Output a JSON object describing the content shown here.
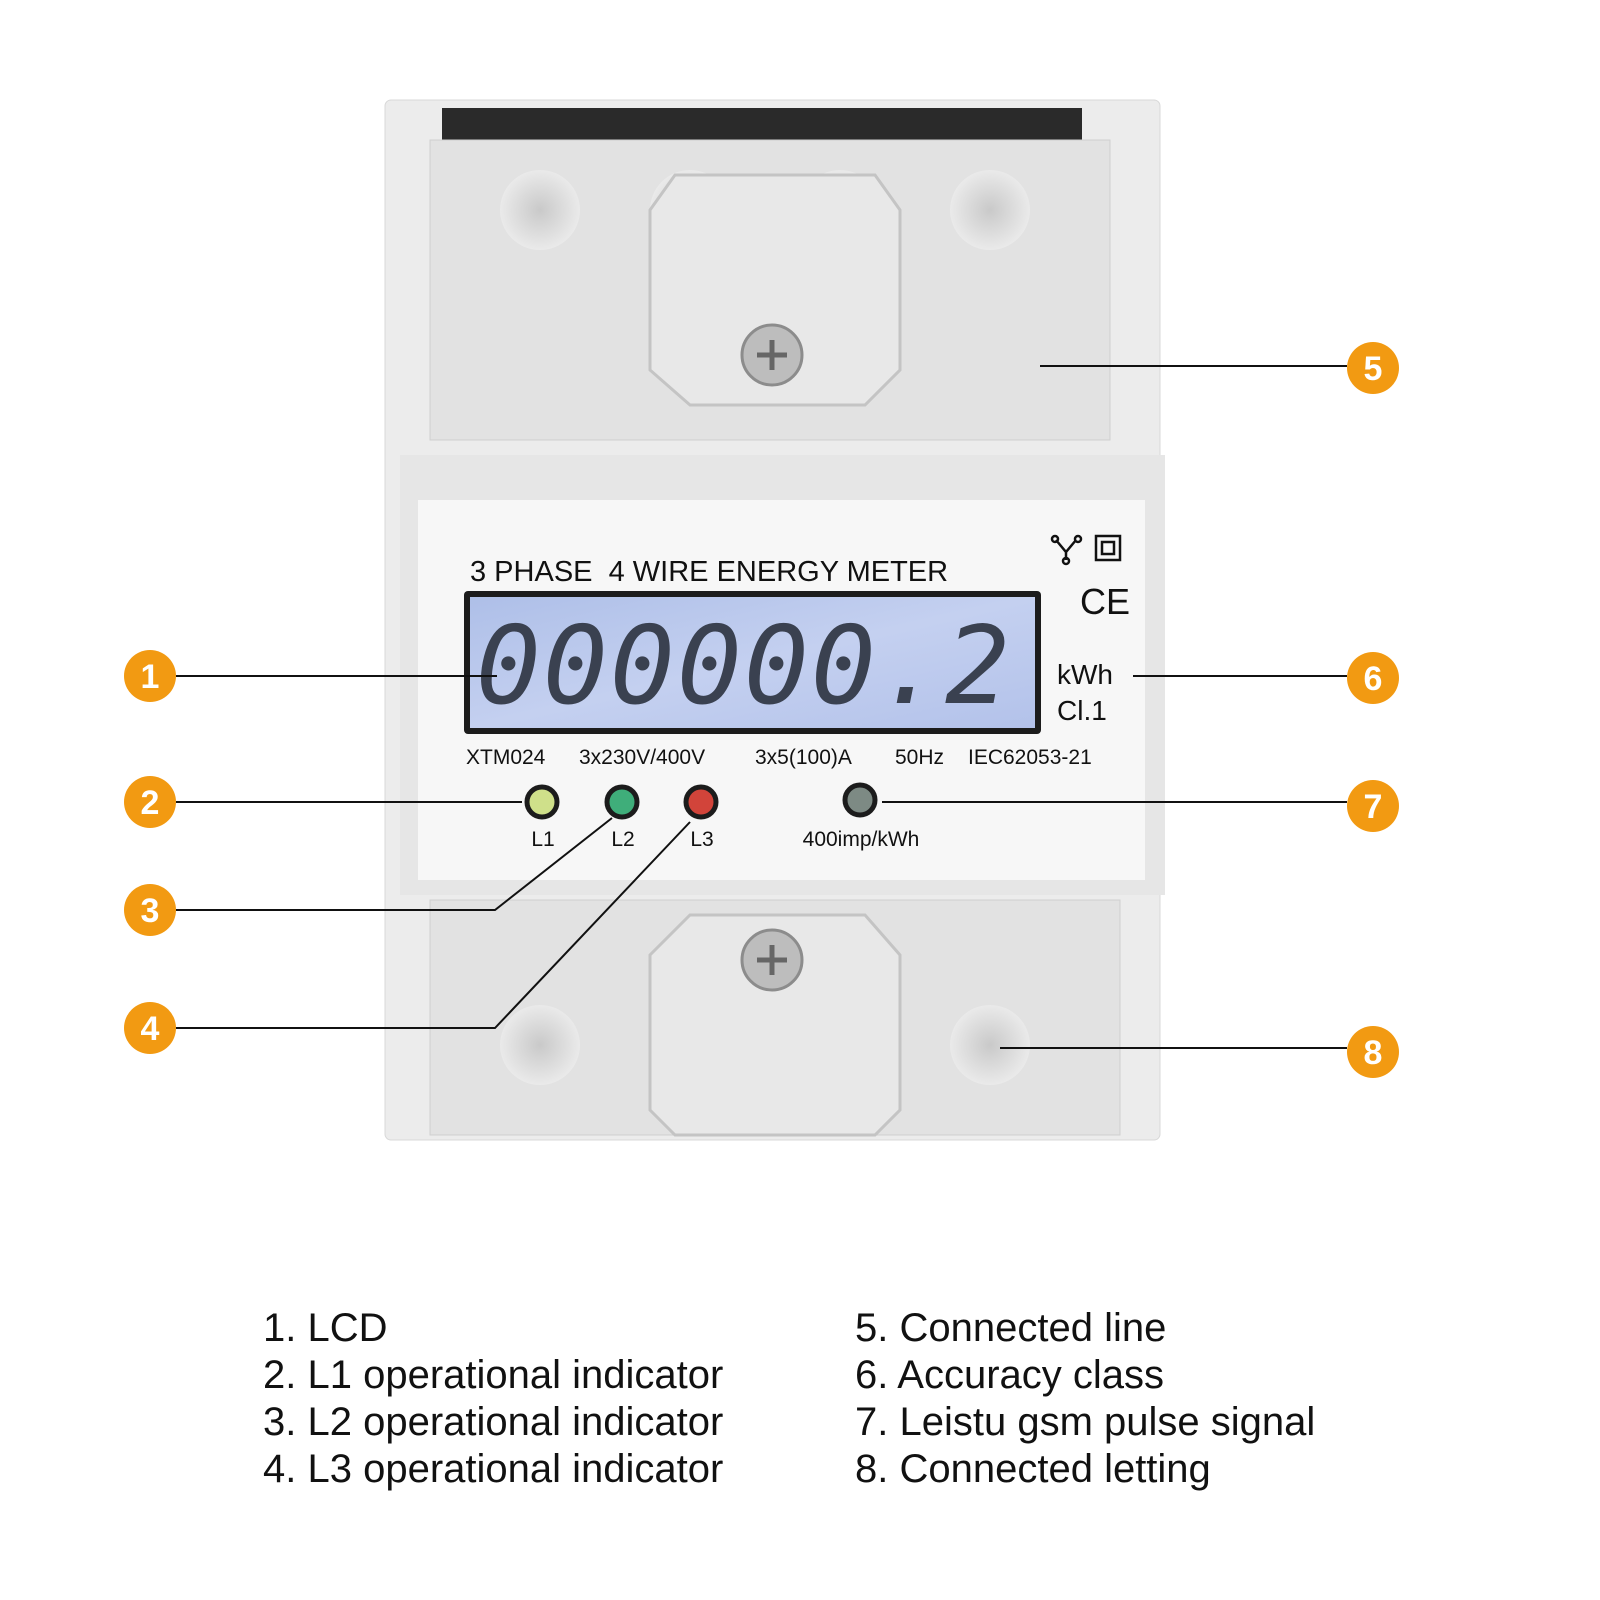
{
  "meter": {
    "title": "3 PHASE  4 WIRE ENERGY METER",
    "lcd_reading": "000000.2",
    "unit": "kWh",
    "class": "Cl.1",
    "ce_mark": "CE",
    "specs": [
      "XTM024",
      "3x230V/400V",
      "3x5(100)A",
      "50Hz",
      "IEC62053-21"
    ],
    "indicators": [
      {
        "label": "L1",
        "color": "#cfe08a"
      },
      {
        "label": "L2",
        "color": "#3fae7a"
      },
      {
        "label": "L3",
        "color": "#d2443a"
      }
    ],
    "pulse": {
      "label": "400imp/kWh",
      "color": "#7d8a84"
    }
  },
  "callouts": {
    "badge_color": "#f29a12",
    "numbers": [
      "1",
      "2",
      "3",
      "4",
      "5",
      "6",
      "7",
      "8"
    ]
  },
  "legend": {
    "left": [
      "1. LCD",
      "2. L1 operational indicator",
      "3. L2 operational indicator",
      "4. L3 operational indicator"
    ],
    "right": [
      "5. Connected line",
      "6. Accuracy class",
      "7. Leistu gsm pulse signal",
      "8. Connected letting"
    ]
  }
}
